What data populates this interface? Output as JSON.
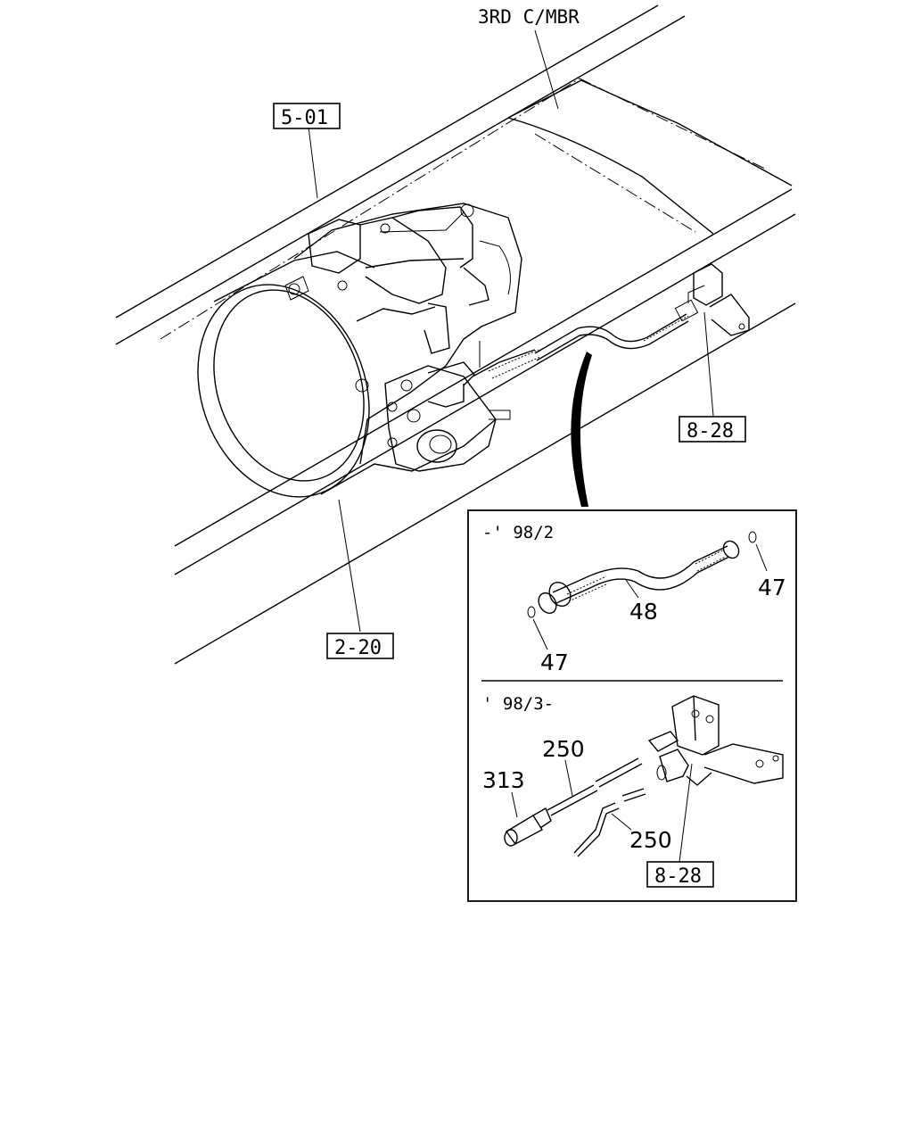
{
  "frame_label": "3RD C/MBR",
  "refs": {
    "clutch_housing": "5-01",
    "transmission": "2-20",
    "valve_main": "8-28",
    "valve_inset": "8-28"
  },
  "inset": {
    "early": {
      "period": "-' 98/2",
      "hose": "48",
      "oring_right": "47",
      "oring_left": "47"
    },
    "late": {
      "period": "' 98/3-",
      "pipe_upper": "250",
      "pipe_lower": "250",
      "fitting": "313"
    }
  }
}
